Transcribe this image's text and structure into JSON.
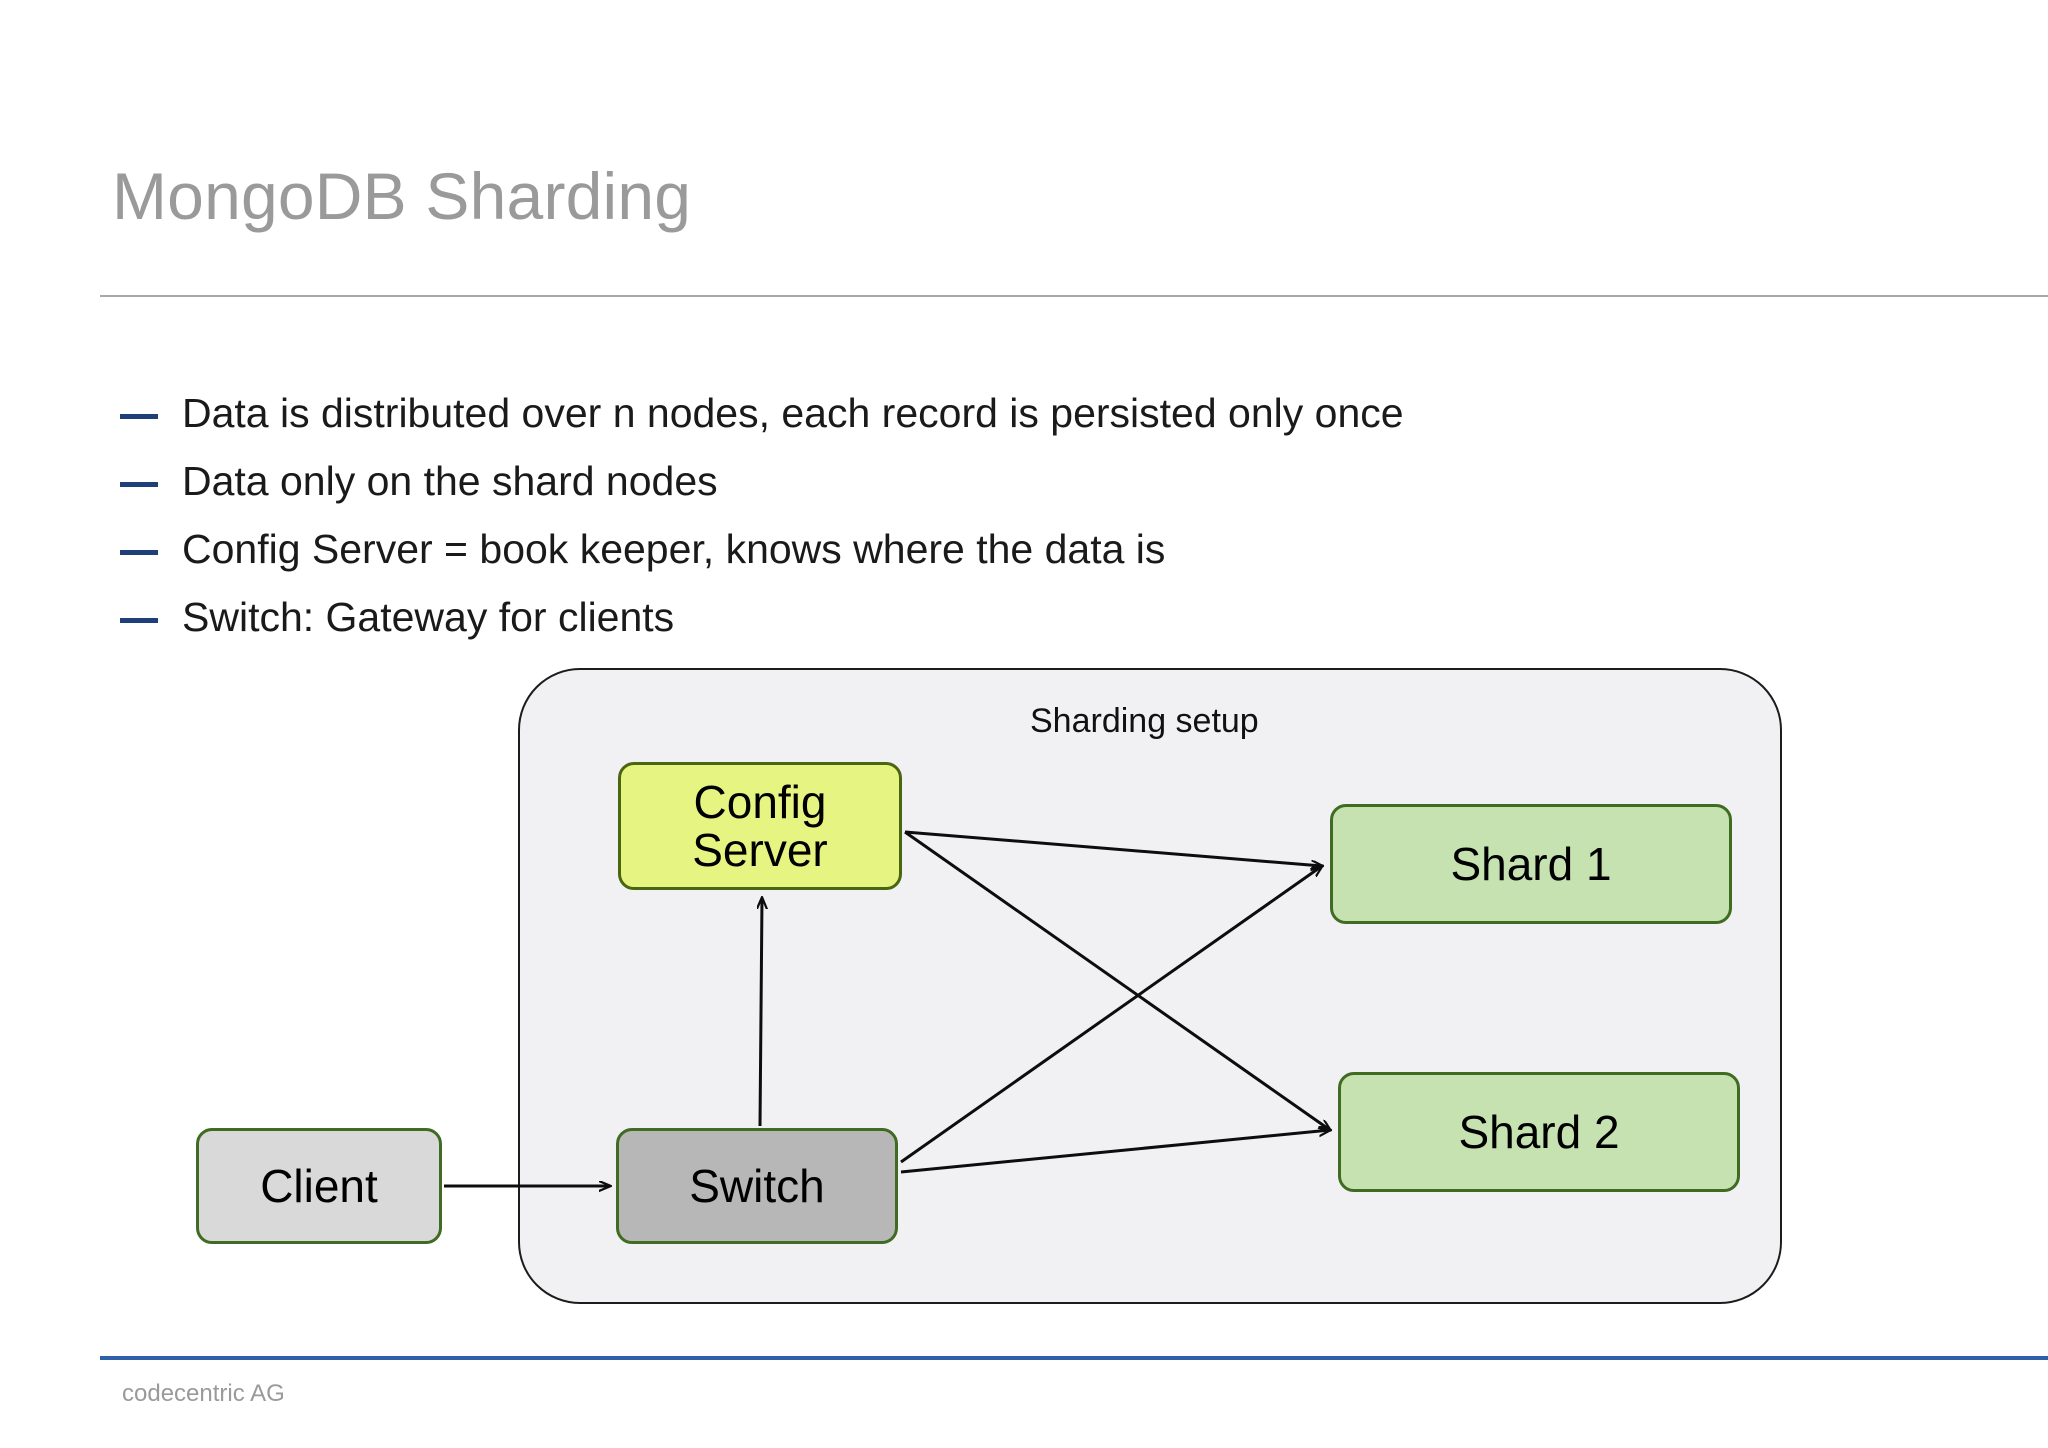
{
  "slide": {
    "title": "MongoDB Sharding",
    "footer_text": "codecentric AG",
    "accent_rule_color": "#2f5fa8",
    "title_color": "#9a9a9a",
    "bullet_marker_color": "#1f3f7a"
  },
  "bullets": [
    {
      "text": "Data is distributed over n nodes, each record is persisted only once"
    },
    {
      "text": "Data only on the shard nodes"
    },
    {
      "text": "Config Server = book keeper, knows where the data is"
    },
    {
      "text": "Switch: Gateway for clients"
    }
  ],
  "diagram": {
    "container_label": "Sharding setup",
    "container_fill": "#f1f0f3",
    "container_border": "#1c1c1c",
    "nodes": [
      {
        "id": "config-server",
        "line1": "Config",
        "line2": "Server",
        "fill": "#e6f582",
        "border": "#4a6611"
      },
      {
        "id": "shard-1",
        "label": "Shard 1",
        "fill": "#c7e2b1",
        "border": "#3f6b22"
      },
      {
        "id": "shard-2",
        "label": "Shard 2",
        "fill": "#c7e2b1",
        "border": "#3f6b22"
      },
      {
        "id": "switch",
        "label": "Switch",
        "fill": "#b7b7b7",
        "border": "#3f6b22"
      },
      {
        "id": "client",
        "label": "Client",
        "fill": "#d9d9d9",
        "border": "#3f6b22"
      }
    ],
    "edges": [
      {
        "from": "client",
        "to": "switch"
      },
      {
        "from": "switch",
        "to": "config-server"
      },
      {
        "from": "config-server",
        "to": "shard-1"
      },
      {
        "from": "config-server",
        "to": "shard-2"
      },
      {
        "from": "switch",
        "to": "shard-1"
      },
      {
        "from": "switch",
        "to": "shard-2"
      }
    ]
  }
}
